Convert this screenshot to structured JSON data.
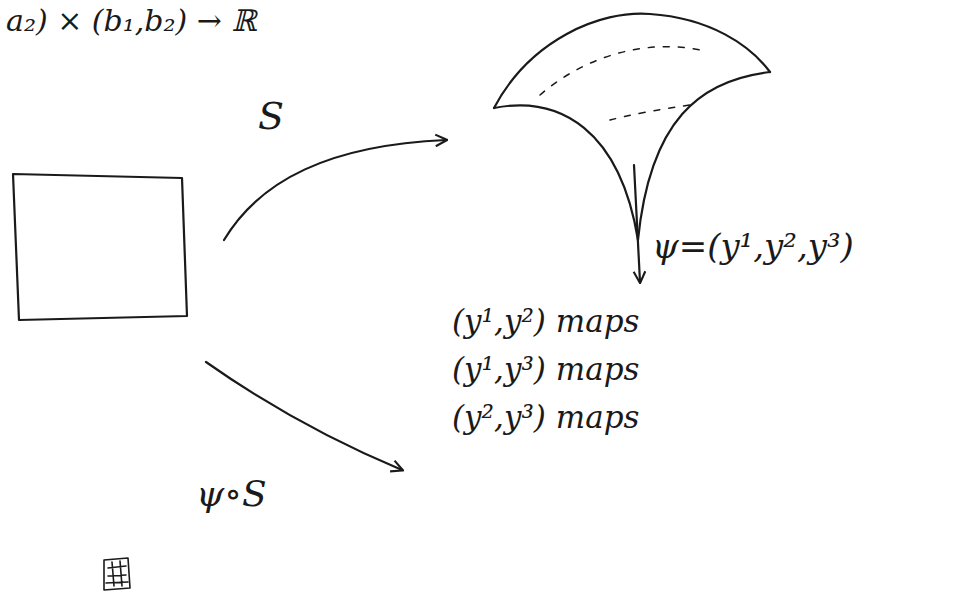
{
  "diagram": {
    "labels": [
      "a₂) × (b₁,b₂) → ℝ",
      "S",
      "ψ=(y¹,y²,y³)",
      "ψ∘S",
      "(y¹,y²) maps",
      "(y¹,y³) maps",
      "(y²,y³) maps"
    ]
  }
}
